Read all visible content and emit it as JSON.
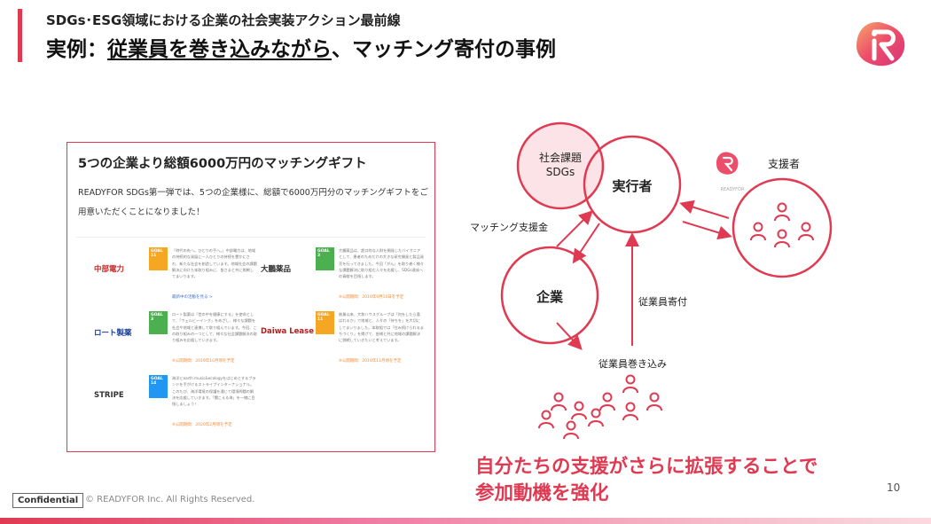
{
  "header": {
    "subtitle": "SDGs･ESG領域における企業の社会実装アクション最前線",
    "title_part1": "実例：",
    "title_underlined": "従業員を巻き込みながら",
    "title_part2": "、マッチング寄付の事例"
  },
  "card": {
    "title": "5つの企業より総額6000万円のマッチングギフト",
    "description": "READYFOR SDGs第一弾では、5つの企業様に、総額で6000万円分のマッチングギフトをご用意いただくことになりました！",
    "companies": [
      {
        "name": "中部電力",
        "goal": "GOAL 11",
        "goal_color": "#f5a623",
        "text": "「時代の先へ。ひとりの手へ。」中部電力は、地域の持続的な発展に一人ひとりの持続を豊かにされ、新たな社会を創造しています。地域社会の課題解決に向けた本取り組みに、皆さまと共に挑戦してまいります。",
        "link": "最新中の活動を見る >"
      },
      {
        "name": "大鵬薬品",
        "goal": "GOAL 3",
        "goal_color": "#4caf50",
        "text": "大鵬薬品は、超口的な人財を開発したバイオニアとして、患者のためだけの大きな研究開発と製品発売を行ってきました。今回「がん」を取り巻く様々な課題解決に取り組む人々を応援し、SDGs達成への貢献を目指します。",
        "link": "※公開期間：2019年9月10日を予定"
      },
      {
        "name": "ロート製薬",
        "goal": "GOAL 3",
        "goal_color": "#4caf50",
        "text": "ロート製薬は「世の中を健康にする」を使命として、「ウェルビーイング」をめざし、様々な課題を社会や地域と連携して取り組んでいます。今回、この取り組みの一つとして、様々な社会課題解決の取り組みを応援していきます。",
        "link": "※公開期間：2019年10月頃を予定"
      },
      {
        "name": "Daiwa Lease",
        "goal": "GOAL 11",
        "goal_color": "#f5a623",
        "text": "創業以来、大和ハウスグループは「何をしたら喜ばれるか」で地域と、人々の「持ちを」を大切にしてまいりました。本取組では「住み続けられるまちづくり」を掲げて、皆様と共に地域の課題解決に挑戦していきたいと考えています。",
        "link": "※公開期間：2019年11月頃を予定"
      },
      {
        "name": "STRIPE",
        "goal": "GOAL 14",
        "goal_color": "#2196f3",
        "text": "海洋とearth music&ecologyをはじめとするブランドを手がけるストライプインターナショナル。このたび、海洋環境の保護を通じて環境問題の解決を応援していきます。「聞こえる海」を一緒に目指しましょう！",
        "link": "※公開期間：2020年2月頃を予定"
      }
    ]
  },
  "diagram": {
    "social_line1": "社会課題",
    "social_line2": "SDGs",
    "executor": "実行者",
    "company": "企業",
    "supporter": "支援者",
    "matching_fund": "マッチング支援金",
    "employee_donation": "従業員寄付",
    "employee_involvement": "従業員巻き込み",
    "brand_small": "READYFOR"
  },
  "tagline": {
    "line1": "自分たちの支援がさらに拡張することで",
    "line2": "参加動機を強化"
  },
  "footer": {
    "confidential": "Confidential",
    "copyright": "© READYFOR Inc. All Rights Reserved.",
    "page_number": "10"
  },
  "colors": {
    "accent": "#e03a52",
    "circle_fill": "#fbe3e7"
  }
}
